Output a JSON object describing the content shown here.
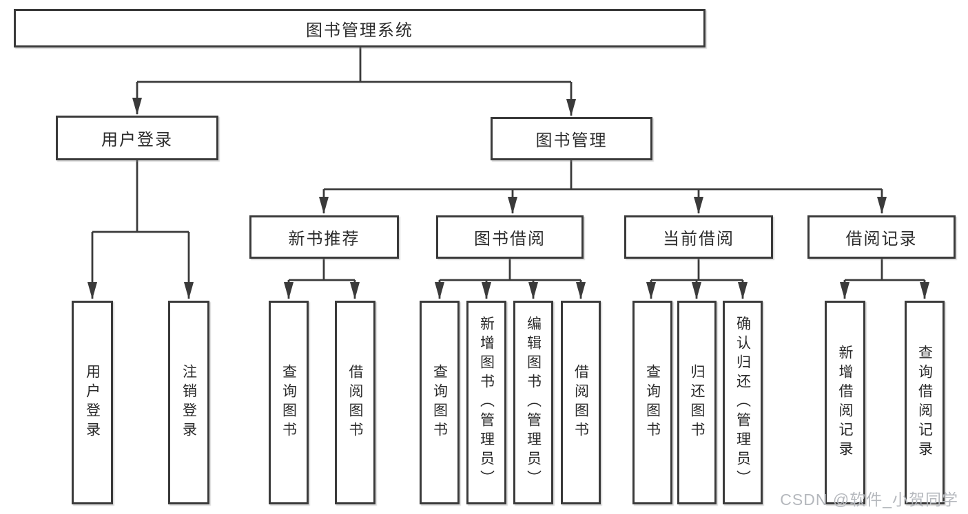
{
  "diagram": {
    "watermark": "CSDN @软件_小贺同学",
    "colors": {
      "line": "#3a3a3a",
      "box_border": "#3a3a3a",
      "box_background": "#ffffff",
      "text": "#2b2b2b",
      "watermark": "#b5b8bd"
    },
    "tree": {
      "root": {
        "label": "图书管理系统"
      },
      "branches": [
        {
          "label": "用户登录",
          "children": [
            {
              "label": "用户登录"
            },
            {
              "label": "注销登录"
            }
          ]
        },
        {
          "label": "图书管理",
          "children": [
            {
              "label": "新书推荐",
              "children": [
                {
                  "label": "查询图书"
                },
                {
                  "label": "借阅图书"
                }
              ]
            },
            {
              "label": "图书借阅",
              "children": [
                {
                  "label": "查询图书"
                },
                {
                  "label": "新增图书（管理员）"
                },
                {
                  "label": "编辑图书（管理员）"
                },
                {
                  "label": "借阅图书"
                }
              ]
            },
            {
              "label": "当前借阅",
              "children": [
                {
                  "label": "查询图书"
                },
                {
                  "label": "归还图书"
                },
                {
                  "label": "确认归还（管理员）"
                }
              ]
            },
            {
              "label": "借阅记录",
              "children": [
                {
                  "label": "新增借阅记录"
                },
                {
                  "label": "查询借阅记录"
                }
              ]
            }
          ]
        }
      ]
    }
  }
}
